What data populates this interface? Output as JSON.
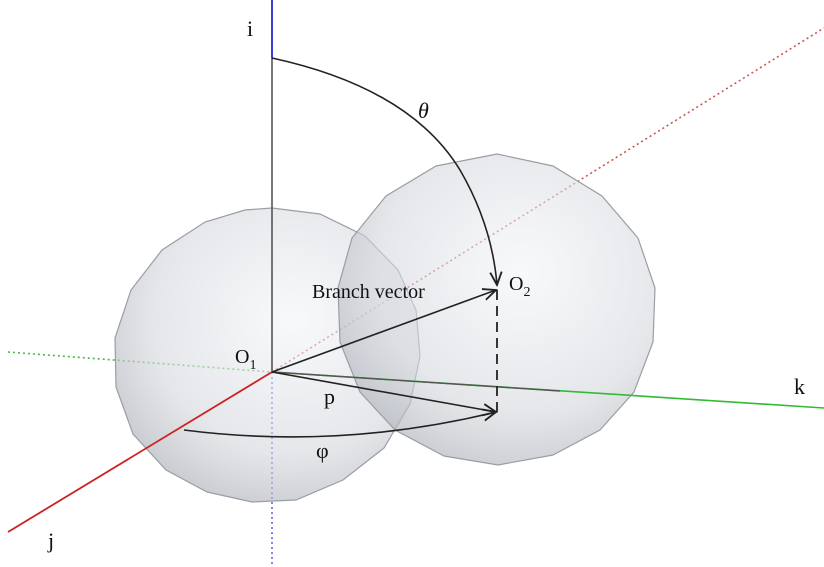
{
  "labels": {
    "axis_i": "i",
    "axis_j": "j",
    "axis_k": "k",
    "theta": "θ",
    "phi": "φ",
    "p": "p",
    "branch_vector": "Branch vector",
    "o1_base": "O",
    "o1_sub": "1",
    "o2_base": "O",
    "o2_sub": "2"
  },
  "colors": {
    "axis_i": "#3a3ad6",
    "axis_j": "#cc2222",
    "axis_k": "#33bb33",
    "axis_k_back": "#44bb44",
    "axis_far": "#cc5555",
    "sphere_fill": "#c9ccd2",
    "sphere_edge": "#9a9ea4",
    "line": "#222222"
  }
}
